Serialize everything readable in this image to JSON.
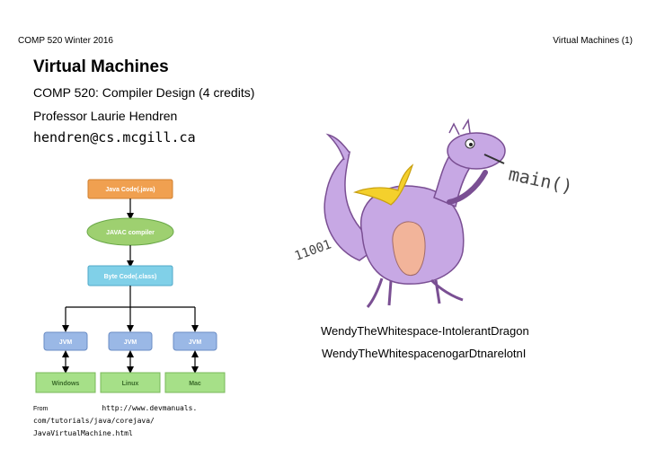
{
  "header": {
    "left": "COMP 520 Winter 2016",
    "right": "Virtual Machines (1)"
  },
  "slide": {
    "title": "Virtual Machines",
    "course": "COMP 520: Compiler Design (4 credits)",
    "professor": "Professor Laurie Hendren",
    "email": "hendren@cs.mcgill.ca"
  },
  "diagram": {
    "source": "Java Code(.java)",
    "compiler": "JAVAC compiler",
    "bytecode": "Byte Code(.class)",
    "vms": [
      "JVM",
      "JVM",
      "JVM"
    ],
    "platforms": [
      "Windows",
      "Linux",
      "Mac"
    ],
    "colors": {
      "source": "#f0a050",
      "compiler": "#9ed070",
      "bytecode": "#80d0e8",
      "vm": "#9ab8e6",
      "platform": "#a6e088"
    }
  },
  "credit": {
    "from_label": "From",
    "url_line1": "http://www.devmanuals.",
    "url_line2": "com/tutorials/java/corejava/",
    "url_line3": "JavaVirtualMachine.html"
  },
  "dragon": {
    "text_main": "main()",
    "text_binary": "11001",
    "caption": "WendyTheWhitespace-IntolerantDragon",
    "caption_reversed": "WendyTheWhitespacenogarDtnarelotnI"
  }
}
